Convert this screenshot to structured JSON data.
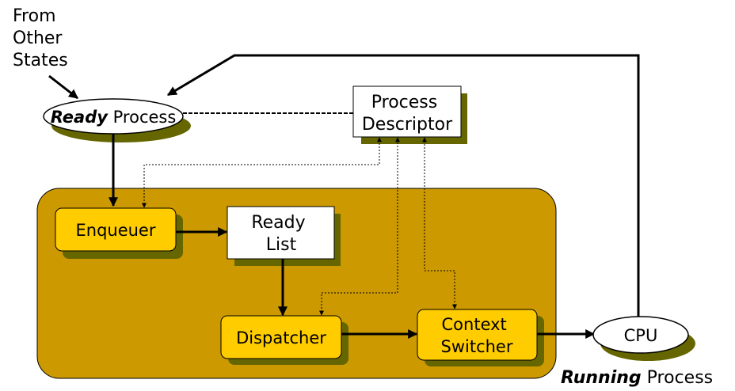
{
  "from_label": {
    "lines": [
      "From",
      "Other",
      "States"
    ]
  },
  "ready_process": {
    "emphasis": "Ready",
    "rest": " Process"
  },
  "process_descriptor": {
    "lines": [
      "Process",
      "Descriptor"
    ]
  },
  "enqueuer": {
    "label": "Enqueuer"
  },
  "ready_list": {
    "lines": [
      "Ready",
      "List"
    ]
  },
  "dispatcher": {
    "label": "Dispatcher"
  },
  "context_switcher": {
    "lines": [
      "Context",
      "Switcher"
    ]
  },
  "cpu": {
    "label": "CPU"
  },
  "running_process": {
    "emphasis": "Running",
    "rest": " Process"
  },
  "colors": {
    "scheduler_panel": "#cc9900",
    "module_fill": "#ffcc00",
    "shadow": "#666600",
    "box_fill": "#ffffff",
    "stroke": "#000000"
  }
}
